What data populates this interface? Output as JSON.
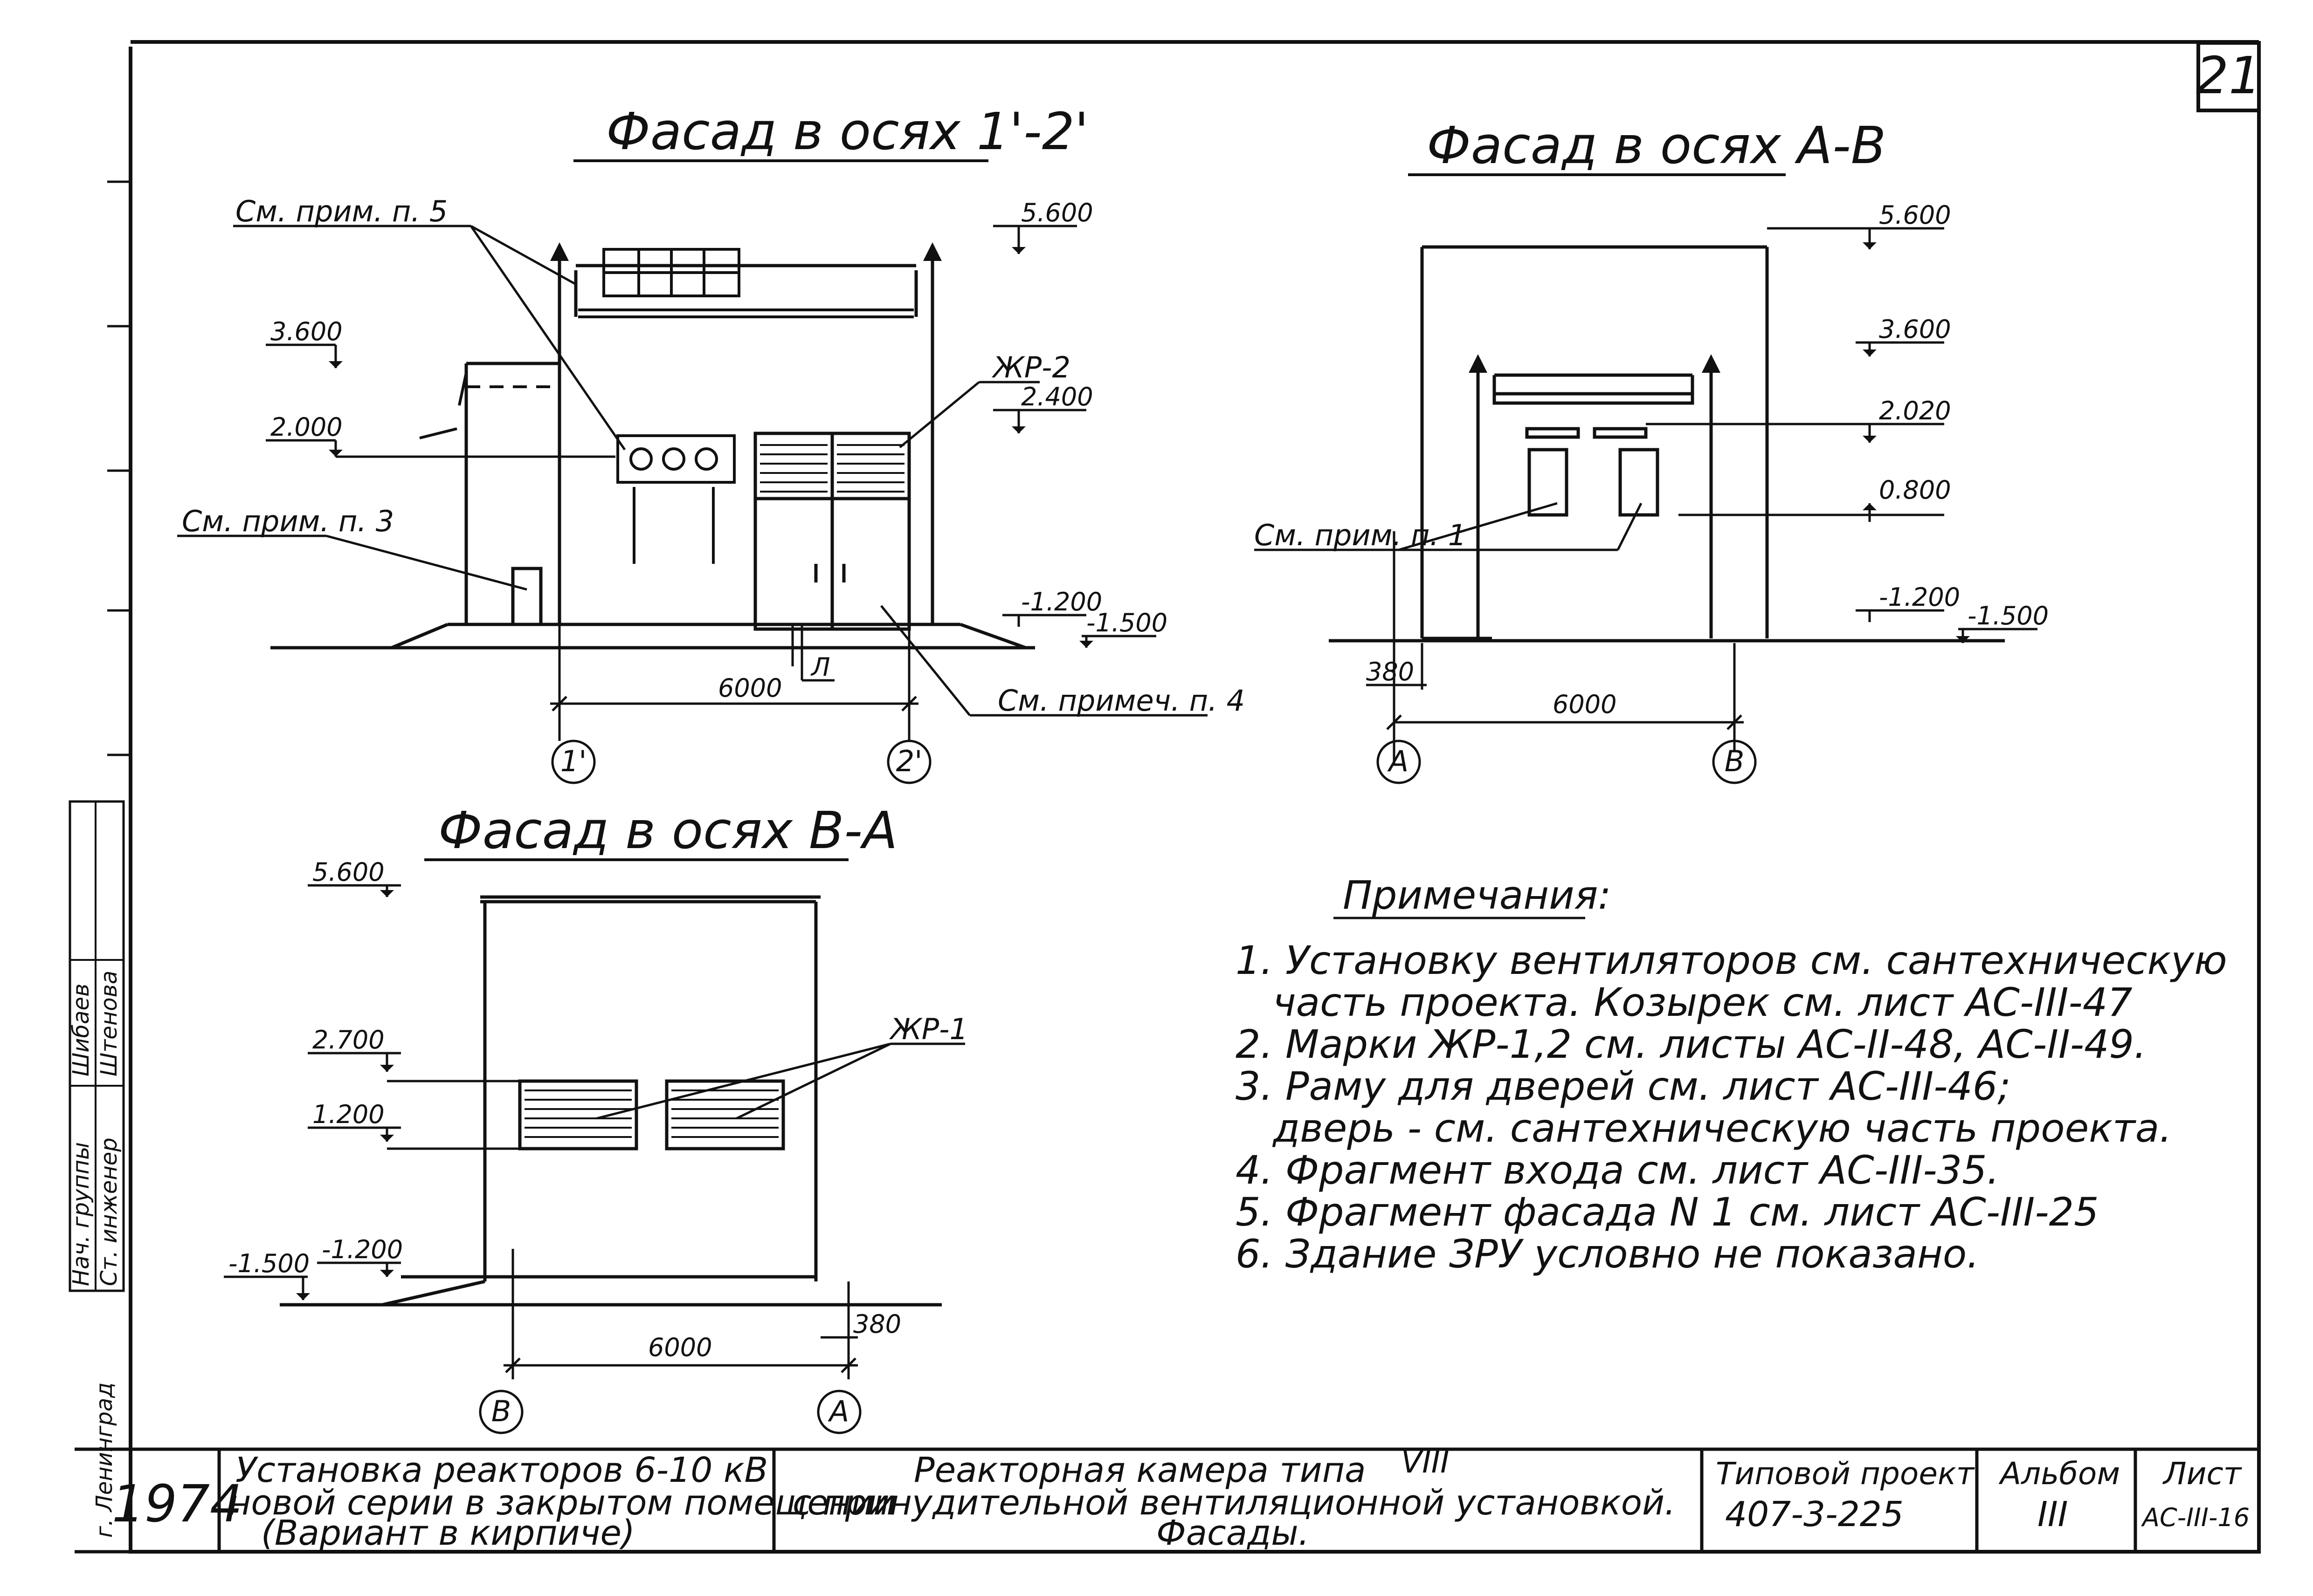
{
  "sheet": {
    "number": "21"
  },
  "facade_1_2": {
    "title": "Фасад в осях 1'-2'",
    "levels": {
      "top": "5.600",
      "canopy": "3.600",
      "fans": "2.000",
      "grille": "2.400",
      "ground": "-1.200",
      "outside": "-1.500"
    },
    "grille_mark": "ЖР-2",
    "callouts": {
      "note5": "См. прим. п. 5",
      "note3": "См. прим. п. 3",
      "note4": "См. примеч. п. 4"
    },
    "door_mark": "Л",
    "dimension": "6000",
    "axes": [
      "1'",
      "2'"
    ]
  },
  "facade_a_b": {
    "title": "Фасад в осях А-В",
    "levels": {
      "top": "5.600",
      "canopy": "3.600",
      "vent": "2.020",
      "sill": "0.800",
      "ground": "-1.200",
      "outside": "-1.500"
    },
    "callout": "См. прим. п. 1",
    "offset": "380",
    "dimension": "6000",
    "axes": [
      "А",
      "В"
    ]
  },
  "facade_b_a": {
    "title": "Фасад в осях В-А",
    "levels": {
      "top": "5.600",
      "grille_top": "2.700",
      "grille_bottom": "1.200",
      "ground": "-1.200",
      "outside": "-1.500"
    },
    "grille_mark": "ЖР-1",
    "offset": "380",
    "dimension": "6000",
    "axes": [
      "В",
      "А"
    ]
  },
  "notes": {
    "heading": "Примечания:",
    "lines": [
      "1. Установку вентиляторов см. сантехническую",
      "часть проекта. Козырек см. лист АС-III-47",
      "2. Марки ЖР-1,2 см. листы АС-II-48, АС-II-49.",
      "3. Раму для дверей см. лист АС-III-46;",
      "дверь - см. сантехническую часть проекта.",
      "4. Фрагмент входа см. лист АС-III-35.",
      "5. Фрагмент фасада N 1 см. лист АС-III-25",
      "6. Здание ЗРУ условно не показано."
    ]
  },
  "side_stamp": {
    "city": "г. Ленинград",
    "roles": [
      "Нач. группы",
      "Ст. инженер"
    ],
    "names": [
      "Шибаев",
      "Штенова"
    ]
  },
  "title_block": {
    "year": "1974",
    "project_lines": [
      "Установка реакторов 6-10 кВ",
      "новой серии в закрытом помещении",
      "(Вариант в кирпиче)"
    ],
    "drawing_lines": [
      "Реакторная камера типа",
      "VIII",
      "с принудительной вентиляционной установкой.",
      "Фасады."
    ],
    "type_label": "Типовой проект",
    "type_value": "407-3-225",
    "album_label": "Альбом",
    "album_value": "III",
    "sheet_label": "Лист",
    "sheet_value": "АС-III-16"
  }
}
